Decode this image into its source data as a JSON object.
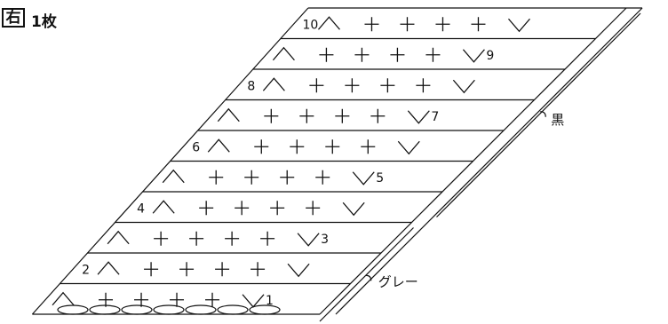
{
  "header": {
    "side": "右",
    "count": "1枚"
  },
  "rows": [
    {
      "label": "10",
      "side": "left"
    },
    {
      "label": "9",
      "side": "right"
    },
    {
      "label": "8",
      "side": "left"
    },
    {
      "label": "7",
      "side": "right"
    },
    {
      "label": "6",
      "side": "left"
    },
    {
      "label": "5",
      "side": "right"
    },
    {
      "label": "4",
      "side": "left"
    },
    {
      "label": "3",
      "side": "right"
    },
    {
      "label": "2",
      "side": "left"
    },
    {
      "label": "1",
      "side": "right"
    }
  ],
  "stitches_per_row": {
    "increase_start": "∧",
    "plus_count": 4,
    "decrease_end": "∨"
  },
  "chain_ovals": 7,
  "colors": {
    "upper_label": "黒",
    "lower_label": "グレー",
    "line": "#111111"
  }
}
